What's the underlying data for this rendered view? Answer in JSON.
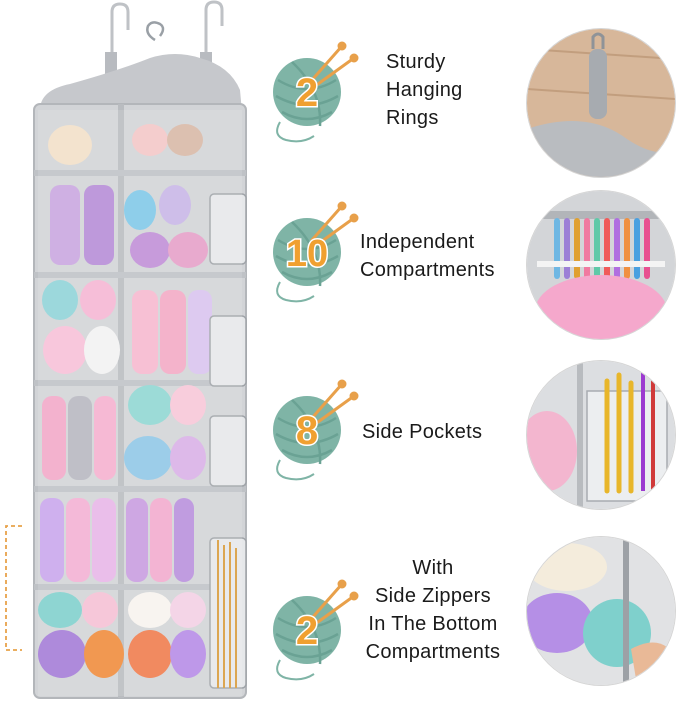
{
  "features": [
    {
      "number": "2",
      "lines": [
        "Sturdy",
        "Hanging",
        "Rings"
      ]
    },
    {
      "number": "10",
      "lines": [
        "Independent",
        "Compartments"
      ]
    },
    {
      "number": "8",
      "lines": [
        "Side Pockets"
      ]
    },
    {
      "number": "2",
      "lines": [
        "With",
        "Side Zippers",
        "In The Bottom",
        "Compartments"
      ]
    }
  ],
  "colors": {
    "yarn_ball": "#7fb4a6",
    "number_orange": "#f0a030",
    "needle": "#e8a04a",
    "organizer_gray": "#c9cbcf",
    "bracket": "#e8a24a"
  },
  "icons": [
    "yarn-ball-icon",
    "knitting-needles-icon",
    "hanger-icon",
    "hook-icon"
  ]
}
